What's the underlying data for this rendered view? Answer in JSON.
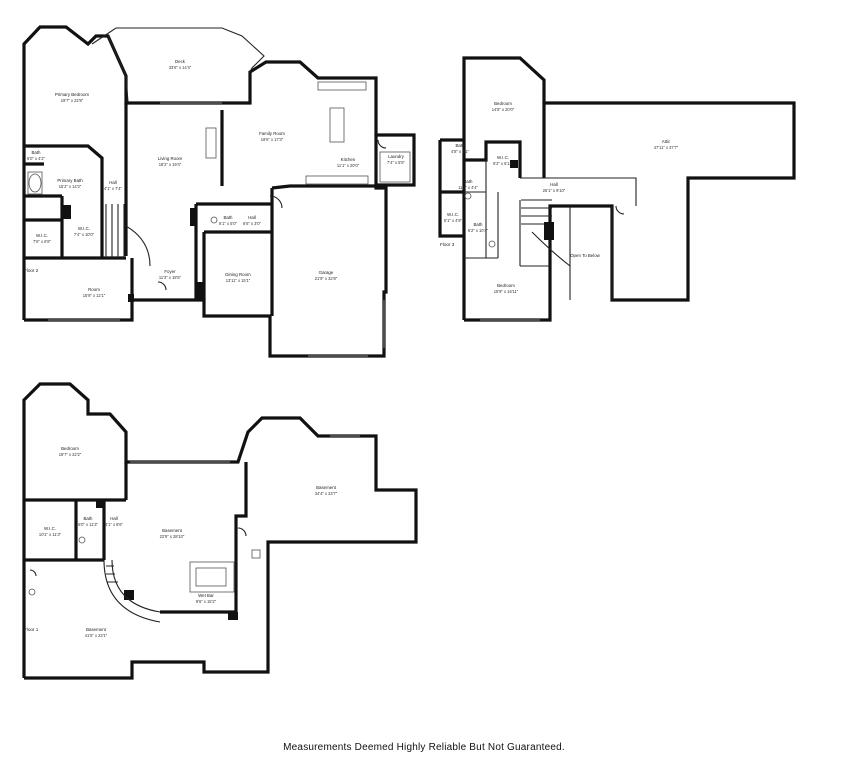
{
  "floors": [
    {
      "id": "floor-2",
      "label": "Floor 2",
      "rooms": [
        {
          "id": "deck",
          "name": "Deck",
          "dims": "33'6\" x 14'4\""
        },
        {
          "id": "primary-bedroom",
          "name": "Primary Bedroom",
          "dims": "19'7\" x 22'8\""
        },
        {
          "id": "family-room",
          "name": "Family Room",
          "dims": "19'6\" x 17'3\""
        },
        {
          "id": "living-room",
          "name": "Living Room",
          "dims": "18'2\" x 19'4\""
        },
        {
          "id": "kitchen",
          "name": "Kitchen",
          "dims": "11'1\" x 20'0\""
        },
        {
          "id": "laundry",
          "name": "Laundry",
          "dims": "7'4\" x 5'6\""
        },
        {
          "id": "bath-upper",
          "name": "Bath",
          "dims": "6'0\" x 4'2\""
        },
        {
          "id": "primary-bath",
          "name": "Primary Bath",
          "dims": "15'2\" x 14'2\""
        },
        {
          "id": "hall-a",
          "name": "Hall",
          "dims": "4'1\" x 7'4\""
        },
        {
          "id": "wic-2",
          "name": "W.I.C.",
          "dims": "7'6\" x 6'8\""
        },
        {
          "id": "wic-1",
          "name": "W.I.C.",
          "dims": "7'4\" x 10'0\""
        },
        {
          "id": "bath-mid",
          "name": "Bath",
          "dims": "6'1\" x 5'0\""
        },
        {
          "id": "hall-b",
          "name": "Hall",
          "dims": "6'6\" x 3'0\""
        },
        {
          "id": "room",
          "name": "Room",
          "dims": "15'9\" x 12'1\""
        },
        {
          "id": "foyer",
          "name": "Foyer",
          "dims": "11'3\" x 18'5\""
        },
        {
          "id": "dining-room",
          "name": "Dining Room",
          "dims": "13'11\" x 15'1\""
        },
        {
          "id": "garage",
          "name": "Garage",
          "dims": "21'9\" x 32'8\""
        }
      ]
    },
    {
      "id": "floor-3",
      "label": "Floor 3",
      "rooms": [
        {
          "id": "bedroom-top",
          "name": "Bedroom",
          "dims": "14'8\" x 20'0\""
        },
        {
          "id": "attic",
          "name": "Attic",
          "dims": "47'11\" x 37'7\""
        },
        {
          "id": "bath-a",
          "name": "Bath",
          "dims": "4'8\" x 5'1\""
        },
        {
          "id": "wic-a",
          "name": "W.I.C.",
          "dims": "6'2\" x 6'11\""
        },
        {
          "id": "bath-b",
          "name": "Bath",
          "dims": "11'2\" x 4'4\""
        },
        {
          "id": "hall",
          "name": "Hall",
          "dims": "26'1\" x 9'10\""
        },
        {
          "id": "wic-b",
          "name": "W.I.C.",
          "dims": "5'1\" x 4'9\""
        },
        {
          "id": "bath-c",
          "name": "Bath",
          "dims": "6'2\" x 10'4\""
        },
        {
          "id": "open-below",
          "name": "Open To Below",
          "dims": ""
        },
        {
          "id": "bedroom-bottom",
          "name": "Bedroom",
          "dims": "15'9\" x 16'11\""
        }
      ]
    },
    {
      "id": "floor-1",
      "label": "Floor 1",
      "rooms": [
        {
          "id": "bedroom",
          "name": "Bedroom",
          "dims": "19'7\" x 22'2\""
        },
        {
          "id": "basement-right",
          "name": "Basement",
          "dims": "34'4\" x 23'7\""
        },
        {
          "id": "wic",
          "name": "W.I.C.",
          "dims": "10'1\" x 11'3\""
        },
        {
          "id": "bath",
          "name": "Bath",
          "dims": "6'0\" x 11'3\""
        },
        {
          "id": "hall",
          "name": "Hall",
          "dims": "4'1\" x 8'6\""
        },
        {
          "id": "basement-center",
          "name": "Basement",
          "dims": "22'9\" x 28'10\""
        },
        {
          "id": "wet-bar",
          "name": "Wet Bar",
          "dims": "9'6\" x 15'2\""
        },
        {
          "id": "basement-bottom",
          "name": "Basement",
          "dims": "41'5\" x 23'1\""
        }
      ]
    }
  ],
  "disclaimer": "Measurements Deemed Highly Reliable But Not Guaranteed."
}
